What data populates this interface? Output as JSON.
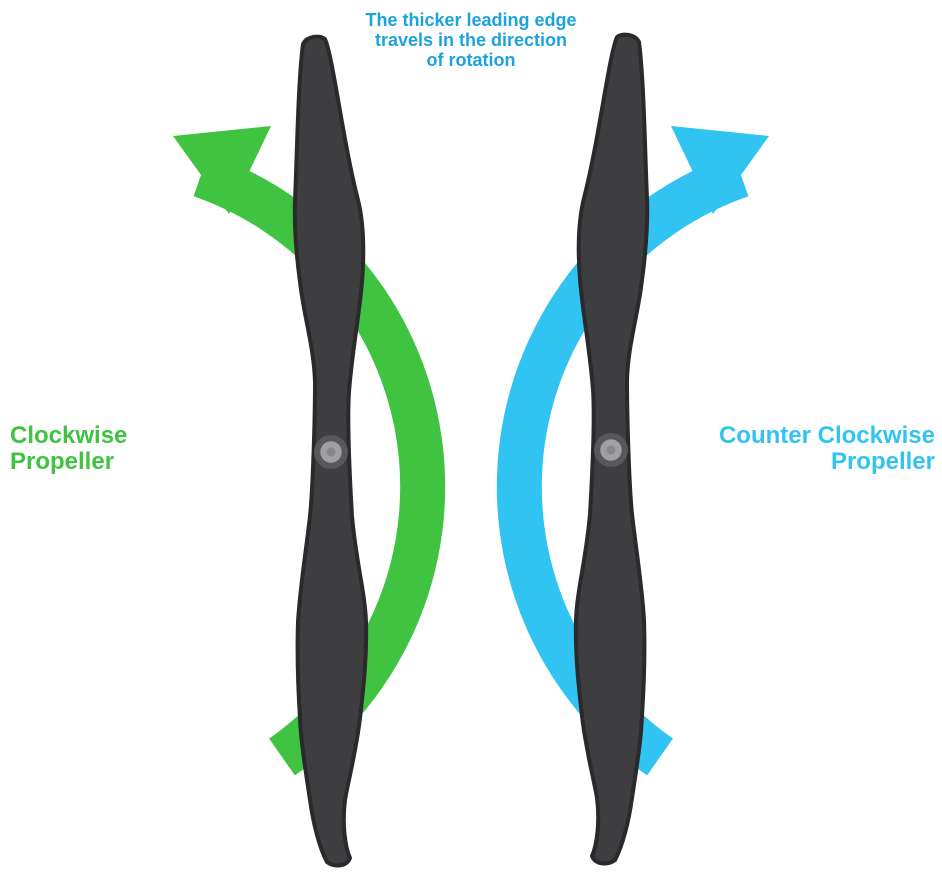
{
  "colors": {
    "background": "#ffffff",
    "green": "#3fc341",
    "blue": "#31c3f1",
    "note_blue": "#1ca3de",
    "propeller": "#3e3e41",
    "propeller_edge": "#2a2a2d",
    "hub": "#9fa0a2",
    "hub_ring": "#58585b",
    "hub_center": "#87888a"
  },
  "diagram": {
    "top_note": {
      "lines": [
        "The thicker leading edge",
        "travels in the direction",
        "of rotation"
      ]
    },
    "left_label": {
      "lines": [
        "Clockwise",
        "Propeller"
      ]
    },
    "right_label": {
      "lines": [
        "Counter Clockwise",
        "Propeller"
      ]
    }
  }
}
